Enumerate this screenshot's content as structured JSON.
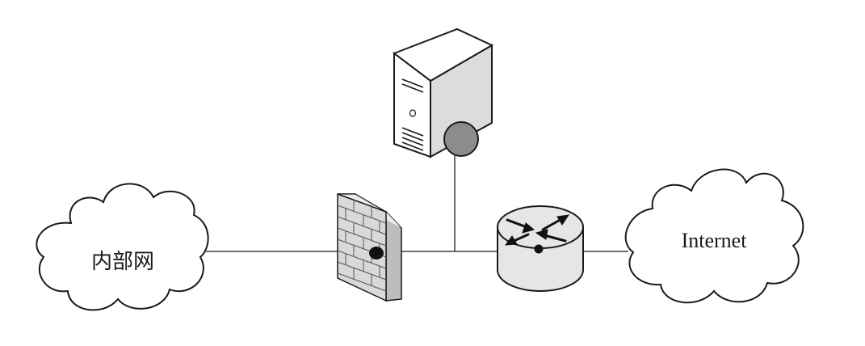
{
  "diagram": {
    "nodes": {
      "internal_network": {
        "label": "内部网",
        "icon": "cloud-icon"
      },
      "firewall": {
        "label": "",
        "icon": "firewall-icon"
      },
      "server": {
        "label": "",
        "icon": "server-icon"
      },
      "router": {
        "label": "",
        "icon": "router-icon"
      },
      "internet": {
        "label": "Internet",
        "icon": "cloud-icon"
      }
    },
    "edges": [
      {
        "from": "internal_network",
        "to": "firewall"
      },
      {
        "from": "firewall",
        "to": "router"
      },
      {
        "from": "server",
        "to": "firewall-router-link"
      },
      {
        "from": "router",
        "to": "internet"
      }
    ],
    "colors": {
      "stroke": "#1a1a1a",
      "server_face": "#ffffff",
      "server_side": "#dcdcdc",
      "server_disc": "#8c8c8c",
      "firewall_front": "#d9d9d9",
      "firewall_side": "#bdbdbd",
      "router_body": "#e6e6e6",
      "cloud_fill": "#ffffff"
    }
  }
}
